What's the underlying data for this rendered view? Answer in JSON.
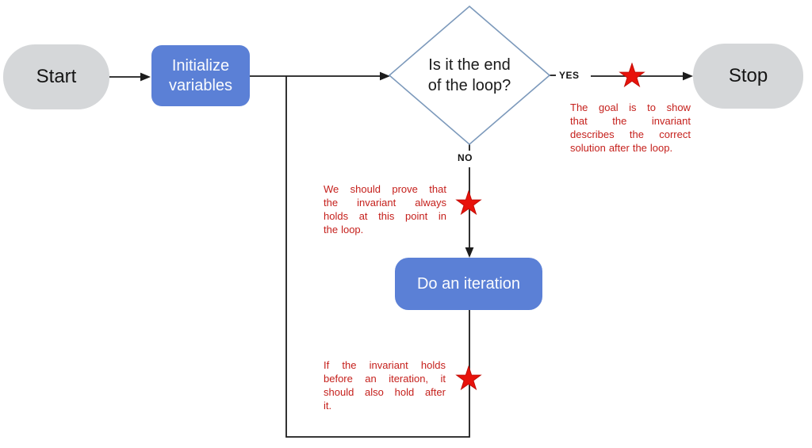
{
  "nodes": {
    "start": {
      "label": "Start"
    },
    "initialize": {
      "label": "Initialize variables"
    },
    "decision": {
      "label": "Is it the end of the loop?"
    },
    "iteration": {
      "label": "Do an iteration"
    },
    "stop": {
      "label": "Stop"
    }
  },
  "edge_labels": {
    "yes": "YES",
    "no": "NO"
  },
  "annotations": {
    "after_loop": {
      "lines": [
        "The goal is to show",
        "that the invariant",
        "describes the correct",
        "solution after the loop."
      ]
    },
    "at_decision": {
      "lines": [
        "We should prove that",
        "the invariant always",
        "holds at this point in",
        "the loop."
      ]
    },
    "after_iteration": {
      "lines": [
        "If the invariant holds",
        "before an iteration, it",
        "should also hold after",
        "it."
      ]
    }
  },
  "colors": {
    "process_fill": "#5b80d6",
    "process_text": "#fbfcfe",
    "terminal_fill": "#d5d7d9",
    "decision_border": "#7c99bb",
    "annotation_text": "#c5201c",
    "star": "#e8120b",
    "line": "#1c1c1c"
  }
}
